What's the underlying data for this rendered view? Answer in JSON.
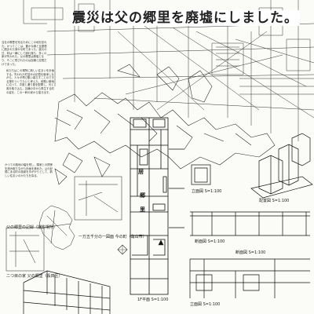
{
  "sheet": {
    "title": "震災は父の郷里を廃墟にしました。",
    "text_column_1": "当社の郷里を知るためにこの地を訪れた。かつてここは、豊かな緑と瓦屋根に囲まれた静かな町であった。震災の日、町は一瞬にして崩れ落ち、多くの家が失われた。父の郷里は廃墟となり、そこに残されたのは瓦礫と記憶だけであった。",
    "text_column_2": "私たちはこの場所に新しい住まいを計画する。失われた町並みの記憶を継承しながら、人々が再び集い暮らすことのできる場をつくりたいと考えた。細長い敷地に沿って、中庭と通り庭を配置し、光と風を取り込む。瓦礫の中から再生する町の姿を、この一軒の家から描き出す。",
    "text_column_3": "かつての路地の幅を残し、隣家との関係を読み取りながら計画を進めた。父の記憶にある町の風景を手がかりとして、新しい住まいのかたちを探る。",
    "labels": {
      "map_caption": "一万五千分の一図面 今の町（亀山市）",
      "site_caption": "二つ目の家 父の郷里（長田区）",
      "plan_caption": "1F平面 S=1:100",
      "section_caption_1": "立面図 S=1:100",
      "section_caption_2": "断面図 S=1:100",
      "section_caption_3": "断面図 S=1:100",
      "elevation_caption": "立面図 S=1:100",
      "axon_caption": "配置図 S=1:100",
      "room_1": "居",
      "room_2": "郷",
      "room_3": "里",
      "photo_caption": "父の郷里の記録（撮影場所）"
    }
  }
}
